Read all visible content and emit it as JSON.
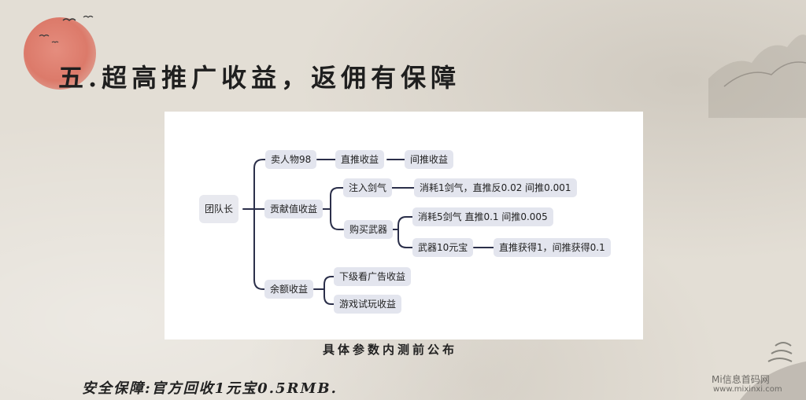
{
  "slide": {
    "title": "五.超高推广收益，返佣有保障",
    "caption": "具体参数内测前公布",
    "safety_note": "安全保障:官方回收1元宝0.5RMB."
  },
  "diagram": {
    "root": "团队长",
    "branch_sell": "卖人物98",
    "branch_sell_direct": "直推收益",
    "branch_sell_indirect": "间推收益",
    "branch_contrib": "贡献值收益",
    "inject": "注入剑气",
    "inject_detail": "消耗1剑气，直推反0.02  间推0.001",
    "buy_weapon": "购买武器",
    "buy_detail": "消耗5剑气 直推0.1    间推0.005",
    "weapon_value": "武器10元宝",
    "weapon_detail": "直推获得1，间推获得0.1",
    "branch_balance": "余额收益",
    "ad_income": "下级看广告收益",
    "game_income": "游戏试玩收益"
  },
  "watermark": {
    "name": "Mi信息首码网",
    "url": "www.mixinxi.com"
  },
  "colors": {
    "sun": "#dc7a6a",
    "node_fill": "#e3e5ee",
    "connector": "#2b2f4a"
  }
}
